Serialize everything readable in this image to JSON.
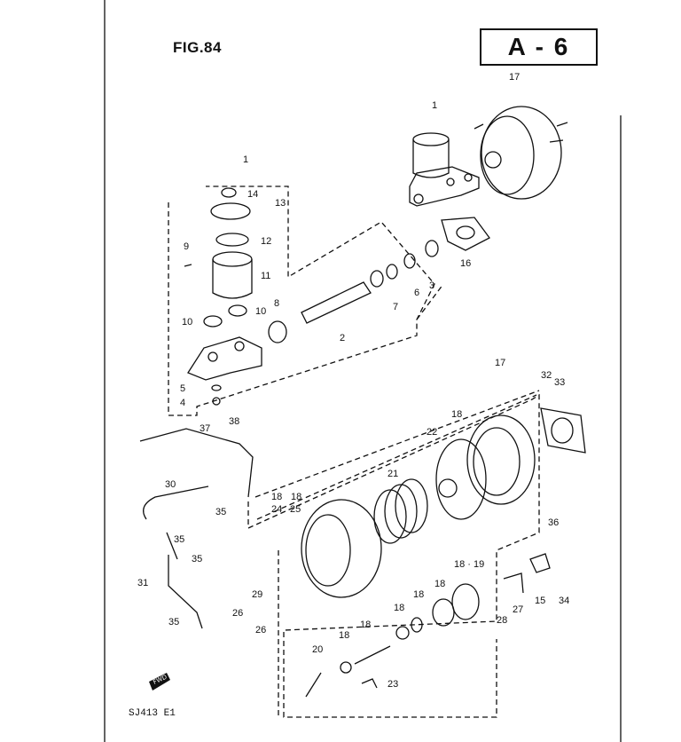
{
  "figure": {
    "title": "FIG.84",
    "section": "A - 6",
    "model_code": "SJ413 E1",
    "forward_label": "FWD"
  },
  "labels": {
    "p1_top": "1",
    "p17_top": "17",
    "p1_left": "1",
    "p14": "14",
    "p13": "13",
    "p12": "12",
    "p9": "9",
    "p11": "11",
    "p10_a": "10",
    "p10_b": "10",
    "p8": "8",
    "p2": "2",
    "p7": "7",
    "p6": "6",
    "p3": "3",
    "p16": "16",
    "p5": "5",
    "p4": "4",
    "p17_mid": "17",
    "p32": "32",
    "p33": "33",
    "p38": "38",
    "p37": "37",
    "p18_a": "18",
    "p22": "22",
    "p21": "21",
    "p30": "30",
    "p35_a": "35",
    "p18_b": "18",
    "p18_c": "18",
    "p24": "24",
    "p25": "25",
    "p35_b": "35",
    "p35_c": "35",
    "p36": "36",
    "p31": "31",
    "p29": "29",
    "p18_19": "18 · 19",
    "p18_d": "18",
    "p18_e": "18",
    "p26_a": "26",
    "p28": "28",
    "p27": "27",
    "p15": "15",
    "p34": "34",
    "p35_d": "35",
    "p26_b": "26",
    "p18_f": "18",
    "p18_g": "18",
    "p18_h": "18",
    "p20": "20",
    "p23": "23"
  }
}
